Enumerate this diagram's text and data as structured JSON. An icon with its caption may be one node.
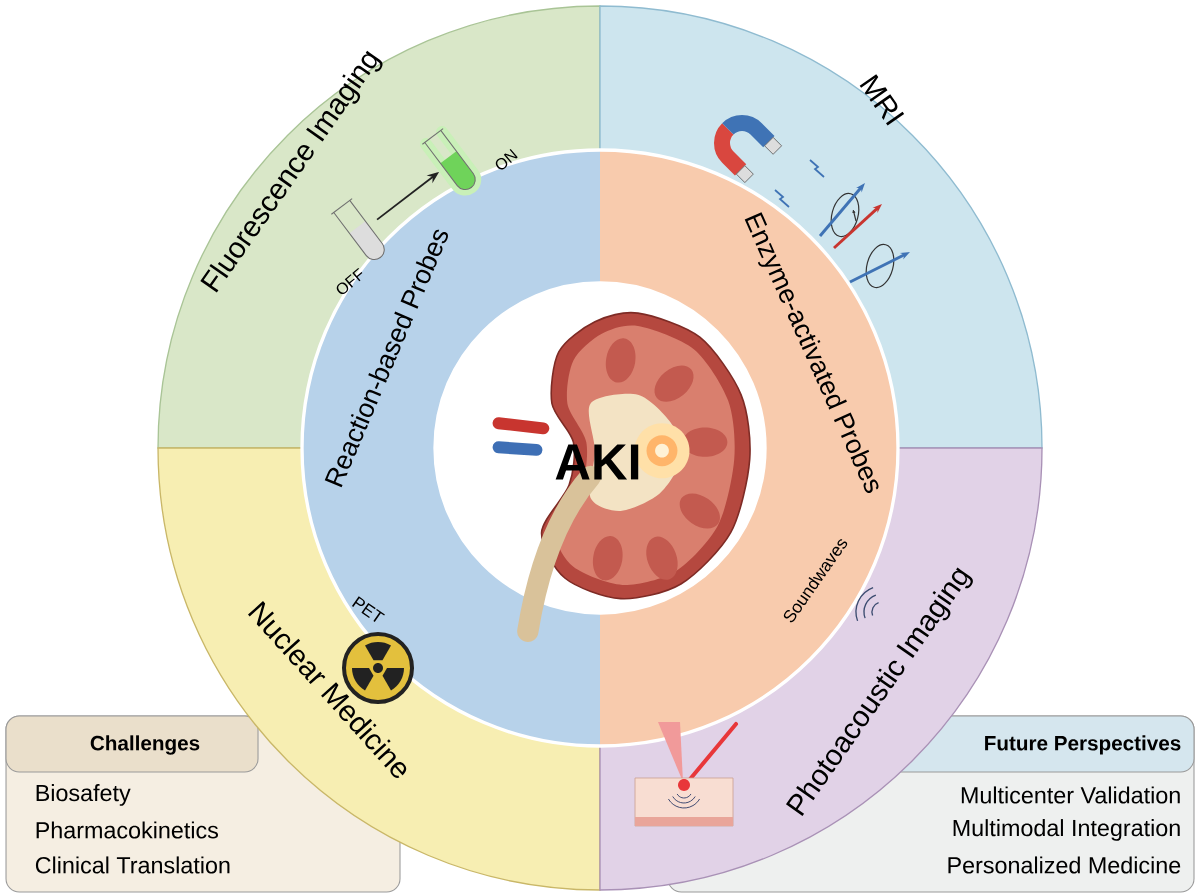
{
  "diagram": {
    "nodes": [
      {
        "text": [
          "Fluorescence Imaging"
        ]
      },
      {
        "text": [],
        "shape": "picture",
        "in": 0
      },
      {
        "text": [],
        "shape": "picture",
        "in": 0
      },
      {
        "text": [
          "MRI"
        ]
      },
      {
        "text": [
          "Nuclear Medicine"
        ]
      },
      {
        "text": [
          "Photoacoustic Imaging"
        ]
      },
      {
        "text": [
          "Reaction-based Probes"
        ]
      },
      {
        "text": [
          "Enzyme-activated Probes"
        ]
      },
      {
        "text": [
          "AKI"
        ]
      },
      {
        "text": [
          "Challenges",
          "Biosafety",
          "Pharmacokinetics",
          "Clinical Translation"
        ]
      },
      {
        "text": [
          "Future Perspectives",
          "Multicenter Validation",
          "Multimodal Integration",
          "Personalized Medicine"
        ]
      }
    ],
    "edges": [
      {
        "from": 1,
        "to": 2,
        "arrow": "to"
      }
    ],
    "labels": [
      "OFF",
      "ON",
      "PET",
      "Soundwaves"
    ]
  }
}
